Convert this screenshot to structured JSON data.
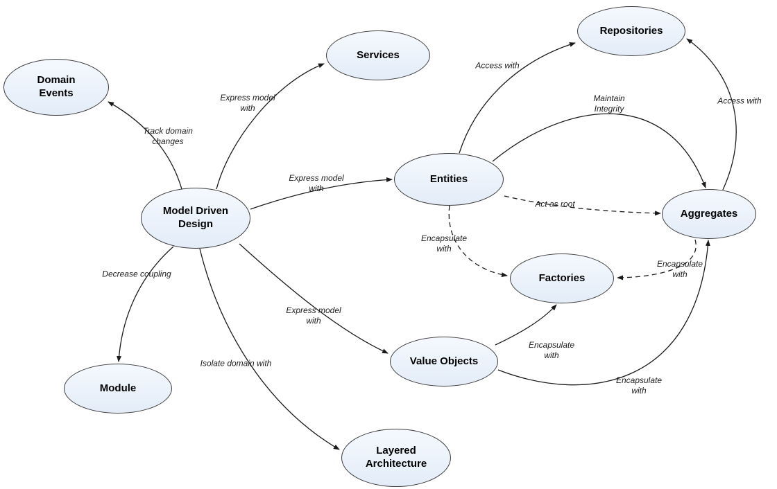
{
  "diagram": {
    "colors": {
      "background": "#ffffff",
      "node_fill": "#e8f0fa",
      "node_border": "#3a3a3a",
      "edge": "#1a1a1a"
    },
    "nodes": {
      "domain_events": {
        "label": "Domain Events"
      },
      "services": {
        "label": "Services"
      },
      "repositories": {
        "label": "Repositories"
      },
      "entities": {
        "label": "Entities"
      },
      "aggregates": {
        "label": "Aggregates"
      },
      "model_driven_design": {
        "label": "Model Driven Design"
      },
      "factories": {
        "label": "Factories"
      },
      "module": {
        "label": "Module"
      },
      "value_objects": {
        "label": "Value Objects"
      },
      "layered_architecture": {
        "label": "Layered Architecture"
      }
    },
    "edges": {
      "mdd_domain_events": {
        "from": "model_driven_design",
        "to": "domain_events",
        "label": "Track domain changes",
        "style": "solid"
      },
      "mdd_services": {
        "from": "model_driven_design",
        "to": "services",
        "label": "Express model with",
        "style": "solid"
      },
      "mdd_entities": {
        "from": "model_driven_design",
        "to": "entities",
        "label": "Express model with",
        "style": "solid"
      },
      "mdd_value_objects": {
        "from": "model_driven_design",
        "to": "value_objects",
        "label": "Express model with",
        "style": "solid"
      },
      "mdd_module": {
        "from": "model_driven_design",
        "to": "module",
        "label": "Decrease coupling",
        "style": "solid"
      },
      "mdd_layered_architecture": {
        "from": "model_driven_design",
        "to": "layered_architecture",
        "label": "Isolate domain with",
        "style": "solid"
      },
      "entities_repositories": {
        "from": "entities",
        "to": "repositories",
        "label": "Access with",
        "style": "solid"
      },
      "entities_aggregates_integrity": {
        "from": "entities",
        "to": "aggregates",
        "label": "Maintain Integrity",
        "style": "solid"
      },
      "aggregates_repositories": {
        "from": "aggregates",
        "to": "repositories",
        "label": "Access with",
        "style": "solid"
      },
      "entities_aggregates_root": {
        "from": "entities",
        "to": "aggregates",
        "label": "Act as root",
        "style": "dashed"
      },
      "entities_factories": {
        "from": "entities",
        "to": "factories",
        "label": "Encapsulate with",
        "style": "dashed"
      },
      "aggregates_factories": {
        "from": "aggregates",
        "to": "factories",
        "label": "Encapsulate with",
        "style": "dashed"
      },
      "value_objects_factories": {
        "from": "value_objects",
        "to": "factories",
        "label": "Encapsulate with",
        "style": "solid"
      },
      "value_objects_aggregates": {
        "from": "value_objects",
        "to": "aggregates",
        "label": "Encapsulate with",
        "style": "solid"
      }
    }
  }
}
